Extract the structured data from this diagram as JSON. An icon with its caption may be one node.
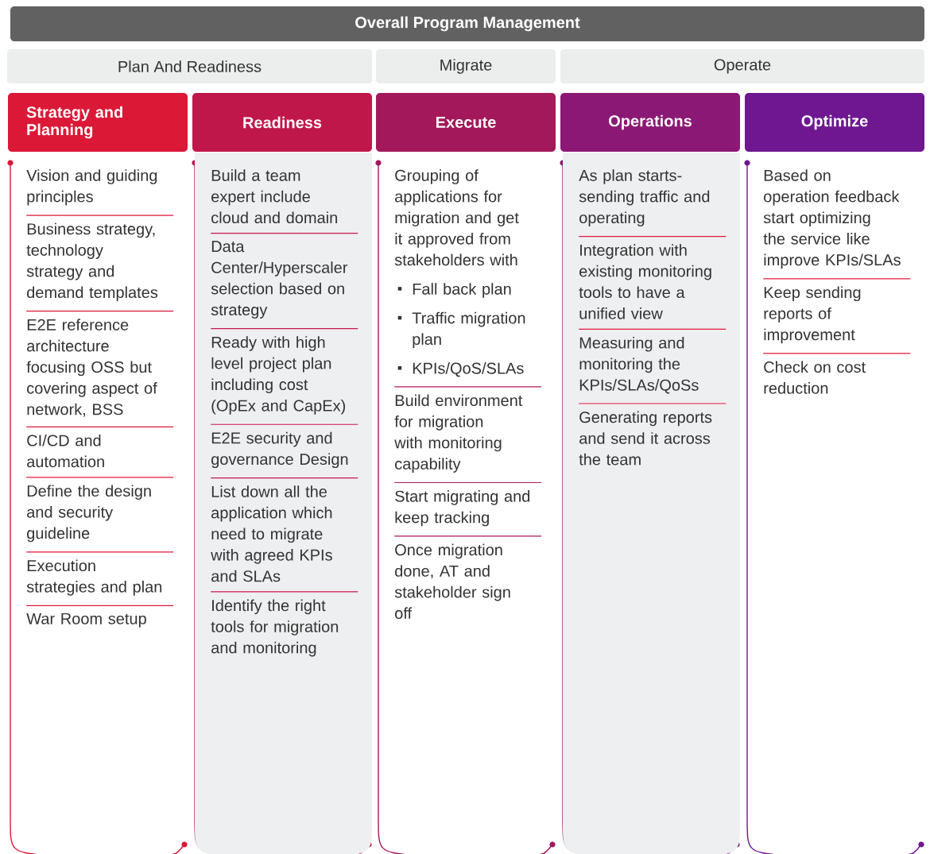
{
  "diagram": {
    "title": "Overall Program Management",
    "nodes": [
      {
        "text": [
          "Plan And Readiness"
        ]
      },
      {
        "text": [
          "Migrate"
        ]
      },
      {
        "text": [
          "Operate"
        ]
      },
      {
        "text": [
          "Strategy and Planning"
        ]
      },
      {
        "text": [
          "Readiness"
        ]
      },
      {
        "text": [
          "Execute"
        ]
      },
      {
        "text": [
          "Operations"
        ]
      },
      {
        "text": [
          "Optimize"
        ]
      },
      {
        "text": [
          "Vision and guiding principles",
          "Business strategy, technology strategy and demand templates",
          "E2E reference architecture focusing OSS but covering aspect of network, BSS",
          "CI/CD and automation",
          "Define the design and security guideline",
          "Execution strategies and plan",
          "War Room setup"
        ]
      },
      {
        "text": [
          "Build a team expert include cloud and domain",
          "Data Center/Hyperscaler selection based on strategy",
          "Ready with high level project plan including cost (OpEx and CapEx)",
          "E2E security and governance Design",
          "List down all the application which need to migrate with agreed KPIs and SLAs",
          "Identify the right tools for migration and monitoring"
        ]
      },
      {
        "text": [
          "Grouping of applications for migration and get it approved from stakeholders with",
          "Fall back plan",
          "Traffic migration plan",
          "KPIs/QoS/SLAs",
          "Build environment for migration with monitoring capability",
          "Start migrating and keep tracking",
          "Once migration done, AT and stakeholder sign off"
        ]
      },
      {
        "text": [
          "As plan starts-sending traffic and operating",
          "Integration with existing monitoring tools to have a unified view",
          "Measuring and monitoring the KPIs/SLAs/QoSs",
          "Generating reports and send it across the team"
        ]
      },
      {
        "text": [
          "Based on operation feedback start optimizing the service like improve KPIs/SLAs",
          "Keep sending reports of improvement",
          "Check on cost reduction"
        ]
      }
    ]
  }
}
